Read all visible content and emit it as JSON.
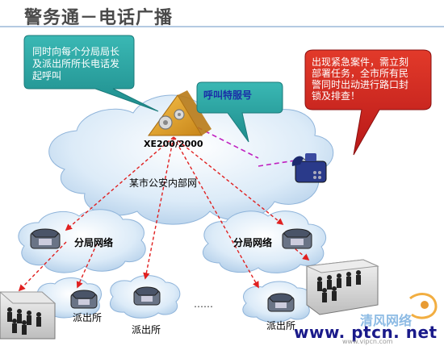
{
  "title": "警务通－电话广播",
  "callout_left": "同时向每个分局局长及派出所所长电话发起呼叫",
  "callout_middle": "呼叫特服号",
  "callout_right": "出现紧急案件，需立刻部署任务，全市所有民警同时出动进行路口封锁及排查！",
  "device_label": "XE200/2000",
  "network_main": "某市公安内部网",
  "branch_left": "分局网络",
  "branch_right": "分局网络",
  "station_1": "派出所",
  "station_2": "派出所",
  "station_3": "派出所",
  "ellipsis": "……",
  "watermark": {
    "logo": "清风网络",
    "url": "www. ptcn. net",
    "small_url": "www.vipcn.com"
  },
  "colors": {
    "bubble_green": "#2aa0a0",
    "bubble_red": "#cc2222",
    "cloud": "#cfe3f5",
    "arrow": "#e02020",
    "line_magenta": "#c020c0"
  }
}
